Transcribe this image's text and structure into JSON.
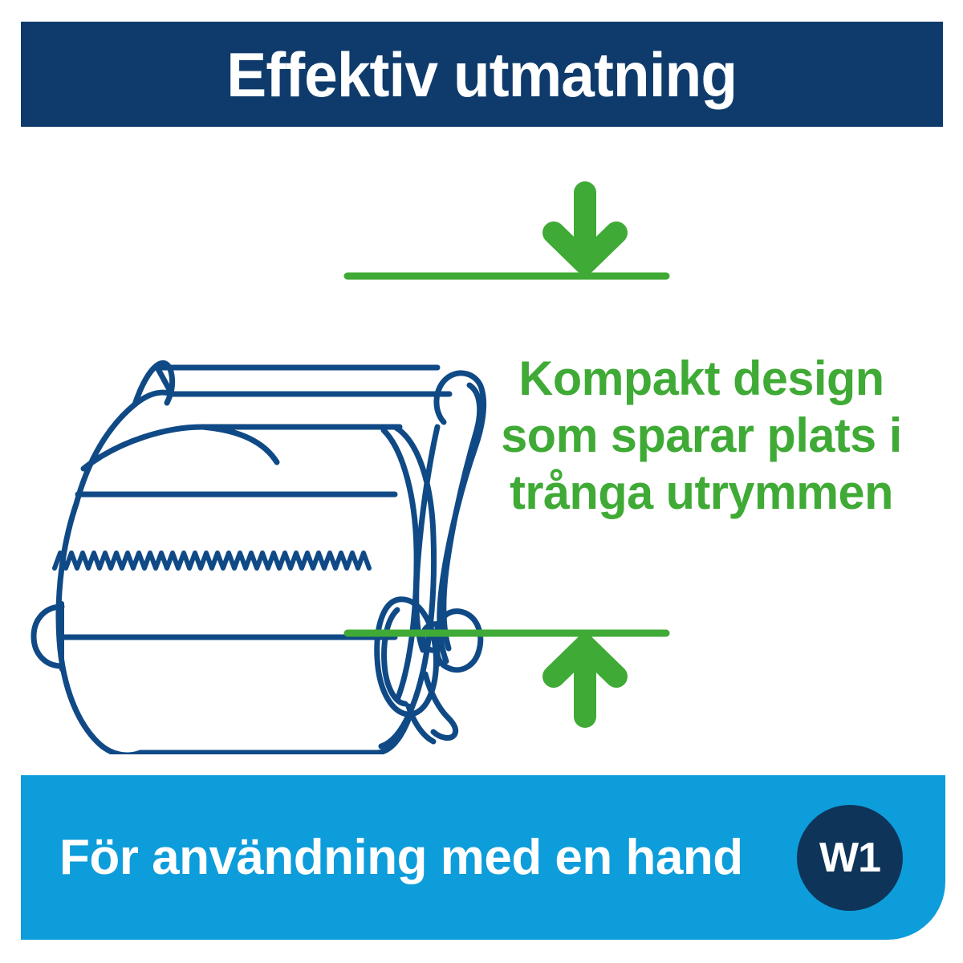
{
  "header": {
    "title": "Effektiv utmatning",
    "background_color": "#0e3b6b",
    "text_color": "#ffffff"
  },
  "illustration": {
    "name": "paper-towel-dispenser-line-drawing",
    "line_color": "#104a86",
    "measure_color": "#3faa35",
    "top_arrow": "arrow-down-icon",
    "bottom_arrow": "arrow-up-icon",
    "top_guide_line": "measure-line-top",
    "bottom_guide_line": "measure-line-bottom"
  },
  "callout": {
    "line1": "Kompakt design",
    "line2": "som sparar plats i",
    "line3": "trånga utrymmen",
    "color": "#3faa35"
  },
  "footer": {
    "label": "För användning med en hand",
    "badge": "W1",
    "background_color": "#0d9ddb",
    "badge_color": "#0e3459",
    "text_color": "#ffffff"
  }
}
